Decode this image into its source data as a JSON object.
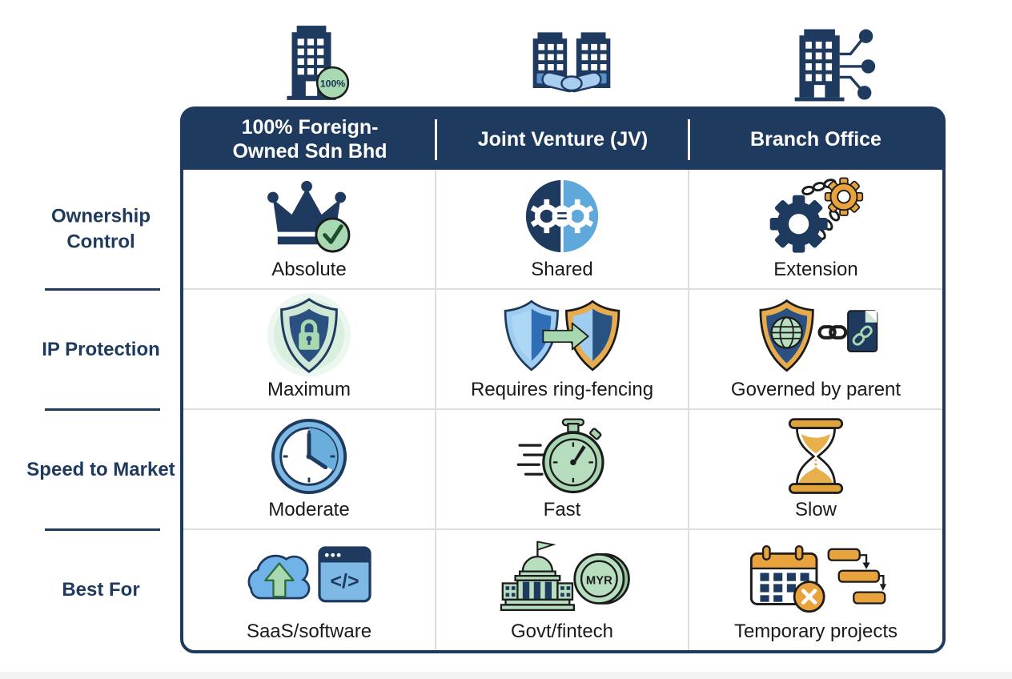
{
  "table": {
    "columns": [
      {
        "label": "100% Foreign-Owned Sdn Bhd",
        "icon": "building-100-icon"
      },
      {
        "label": "Joint Venture (JV)",
        "icon": "buildings-handshake-icon"
      },
      {
        "label": "Branch Office",
        "icon": "building-network-icon"
      }
    ],
    "rows": [
      {
        "label": "Ownership Control",
        "cells": [
          {
            "icon": "crown-check-icon",
            "value": "Absolute"
          },
          {
            "icon": "split-gears-icon",
            "value": "Shared"
          },
          {
            "icon": "gears-chain-icon",
            "value": "Extension"
          }
        ]
      },
      {
        "label": "IP Protection",
        "cells": [
          {
            "icon": "shield-lock-icon",
            "value": "Maximum"
          },
          {
            "icon": "shields-arrow-icon",
            "value": "Requires ring-fencing"
          },
          {
            "icon": "shield-globe-link-icon",
            "value": "Governed by parent"
          }
        ]
      },
      {
        "label": "Speed to Market",
        "cells": [
          {
            "icon": "clock-icon",
            "value": "Moderate"
          },
          {
            "icon": "stopwatch-icon",
            "value": "Fast"
          },
          {
            "icon": "hourglass-icon",
            "value": "Slow"
          }
        ]
      },
      {
        "label": "Best For",
        "cells": [
          {
            "icon": "cloud-upload-code-icon",
            "value": "SaaS/software"
          },
          {
            "icon": "govt-building-coin-icon",
            "value": "Govt/fintech"
          },
          {
            "icon": "calendar-gantt-icon",
            "value": "Temporary projects"
          }
        ]
      }
    ]
  },
  "icon_text": {
    "ownership_badge": "100%",
    "shared_equals": "=",
    "code_glyph": "</>",
    "coin_currency": "MYR"
  },
  "colors": {
    "navy": "#1e3a5f",
    "light_blue": "#7db9e4",
    "mid_blue": "#2f6db5",
    "green": "#a8d8b0",
    "green_light": "#cfe8d6",
    "orange": "#e8a33d",
    "grid_line": "#dedede",
    "text": "#1a1a1a"
  }
}
